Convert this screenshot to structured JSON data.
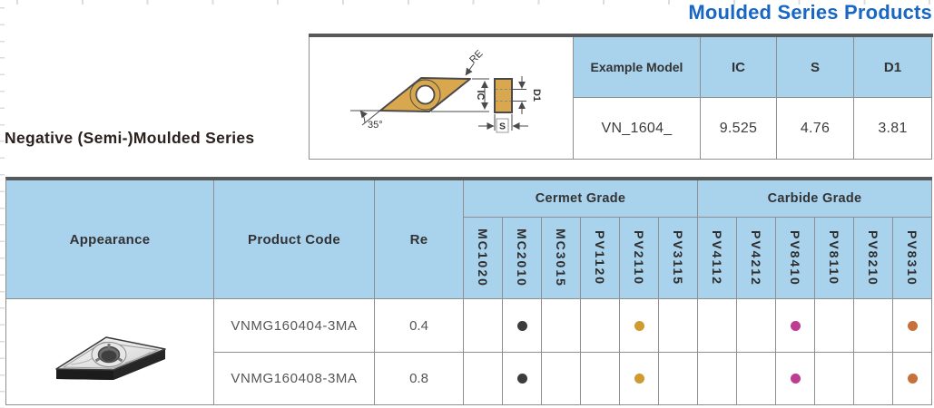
{
  "page": {
    "title": "Moulded Series Products",
    "section_heading": "Negative (Semi-)Moulded Series"
  },
  "colors": {
    "title_blue": "#1767C3",
    "header_blue": "#A9D2EC",
    "grid_border": "#8F8F8F",
    "top_bar_dark": "#58595B",
    "insert_gold": "#D9A84E"
  },
  "diagram": {
    "labels": {
      "angle": "35°",
      "corner_radius": "RE",
      "inscribed_circle": "IC",
      "thickness": "S",
      "hole_diameter": "D1"
    }
  },
  "example_table": {
    "headers": [
      "Example Model",
      "IC",
      "S",
      "D1"
    ],
    "row": [
      "VN_1604_",
      "9.525",
      "4.76",
      "3.81"
    ]
  },
  "main_table": {
    "headers": {
      "appearance": "Appearance",
      "product_code": "Product Code",
      "re": "Re"
    },
    "grade_groups": [
      {
        "label": "Cermet Grade",
        "columns": [
          "MC1020",
          "MC2010",
          "MC3015",
          "PV1120",
          "PV2110",
          "PV3115"
        ]
      },
      {
        "label": "Carbide Grade",
        "columns": [
          "PV4112",
          "PV4212",
          "PV8410",
          "PV8110",
          "PV8210",
          "PV8310"
        ]
      }
    ],
    "dot_colors": {
      "black": "#3B3B3B",
      "gold": "#CF9A2F",
      "magenta": "#BC3D92",
      "orange": "#C8703A"
    },
    "rows": [
      {
        "product_code": "VNMG160404-3MA",
        "re": "0.4",
        "dots": {
          "MC2010": "#3B3B3B",
          "PV2110": "#CF9A2F",
          "PV8410": "#BC3D92",
          "PV8310": "#C8703A"
        }
      },
      {
        "product_code": "VNMG160408-3MA",
        "re": "0.8",
        "dots": {
          "MC2010": "#3B3B3B",
          "PV2110": "#CF9A2F",
          "PV8410": "#BC3D92",
          "PV8310": "#C8703A"
        }
      }
    ]
  }
}
